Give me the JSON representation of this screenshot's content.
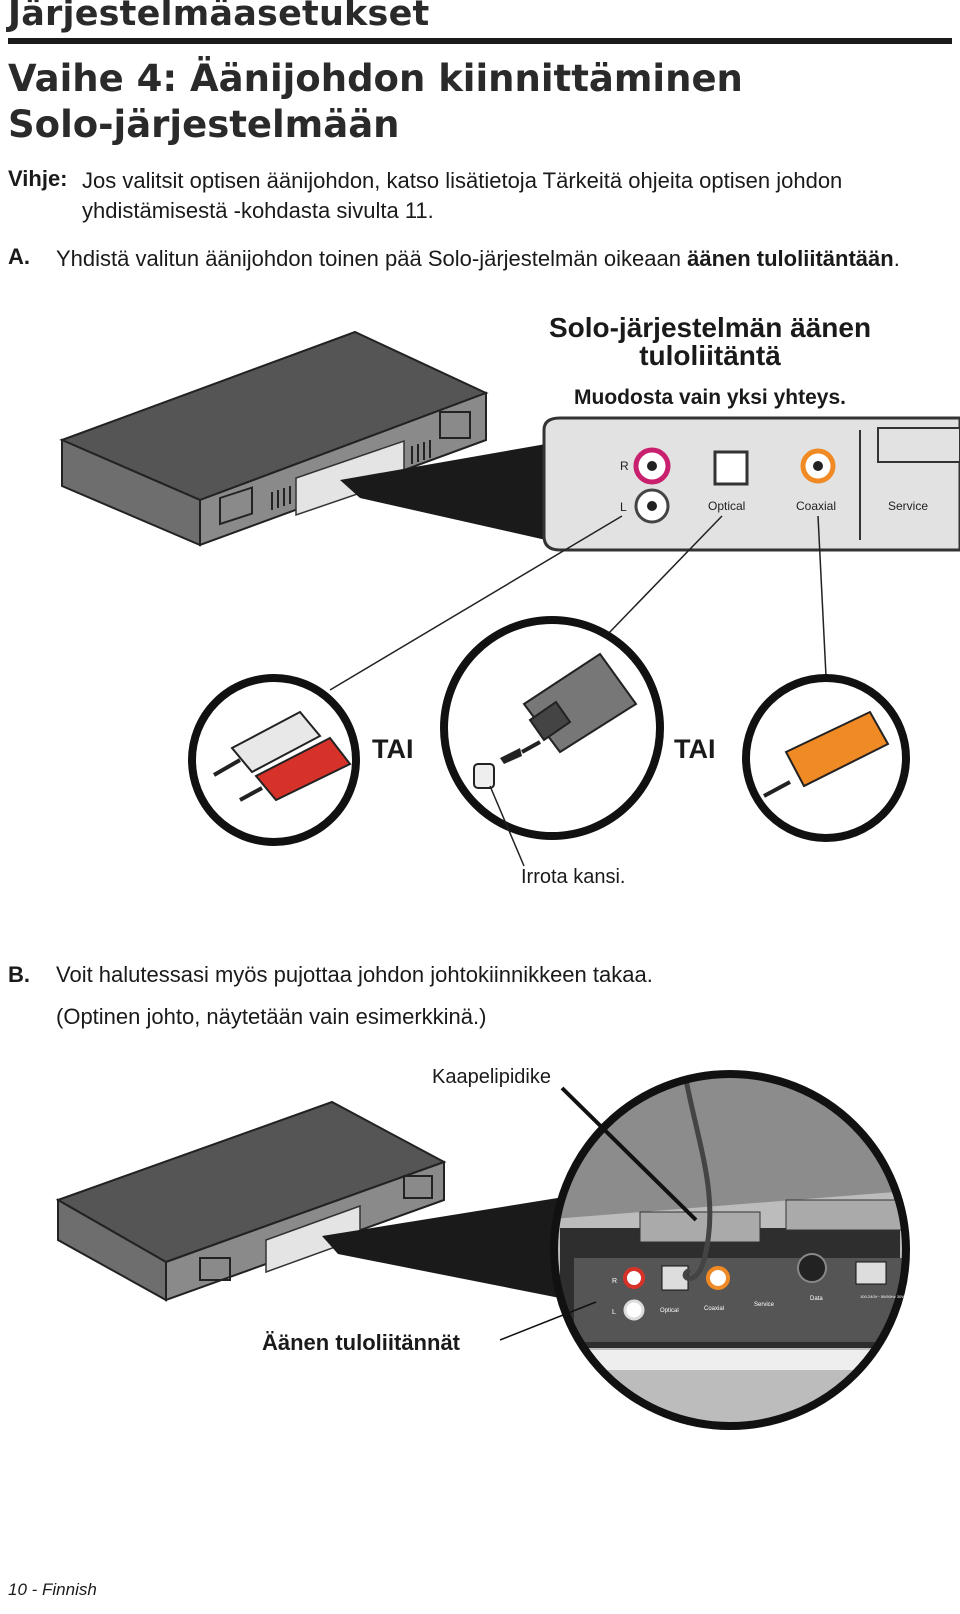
{
  "header": {
    "title": "Järjestelmäasetukset"
  },
  "step": {
    "title": "Vaihe 4: Äänijohdon kiinnittäminen Solo-järjestelmään"
  },
  "hint": {
    "label": "Vihje:",
    "text": "Jos valitsit optisen äänijohdon, katso lisätietoja Tärkeitä ohjeita optisen johdon yhdistämisestä -kohdasta sivulta 11."
  },
  "step_a": {
    "letter": "A.",
    "text_plain": "Yhdistä valitun äänijohdon toinen pää Solo-järjestelmän oikeaan ",
    "text_bold": "äänen tuloliitäntään",
    "text_end": "."
  },
  "callout": {
    "title": "Solo-järjestelmän äänen tuloliitäntä",
    "subtitle": "Muodosta vain yksi yhteys."
  },
  "panel": {
    "r": "R",
    "l": "L",
    "optical": "Optical",
    "coaxial": "Coaxial",
    "service": "Service"
  },
  "connectors": {
    "or_1": "TAI",
    "or_2": "TAI",
    "cap_note": "Irrota kansi."
  },
  "step_b": {
    "letter": "B.",
    "line1": "Voit halutessasi myös pujottaa johdon johtokiinnikkeen takaa.",
    "line2": "(Optinen johto, näytetään vain esimerkkinä.)"
  },
  "figure_b": {
    "cable_holder": "Kaapelipidike",
    "audio_inputs": "Äänen tuloliitännät",
    "panel_r": "R",
    "panel_l": "L",
    "panel_optical": "Optical",
    "panel_coaxial": "Coaxial",
    "panel_service": "Service",
    "panel_data": "Data",
    "panel_power": "100-240V~ 50/60Hz 30W"
  },
  "footer": {
    "page": "10 - Finnish"
  },
  "colors": {
    "device_top": "#5a5a5a",
    "device_front": "#7a7a7a",
    "rca_red": "#d6322a",
    "rca_white": "#e6e6e6",
    "coax_orange": "#f08a24",
    "magenta": "#c8206e"
  }
}
